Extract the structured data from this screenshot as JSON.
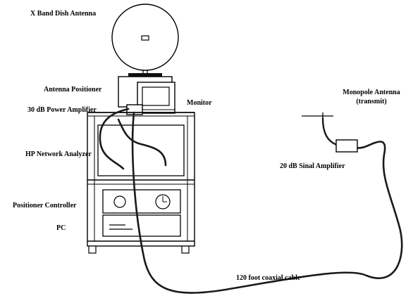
{
  "labels": {
    "dish_antenna": "X Band Dish Antenna",
    "antenna_positioner": "Antenna Positioner",
    "monitor": "Monitor",
    "power_amplifier": "30 dB Power Amplifier",
    "network_analyzer": "HP Network Analyzer",
    "positioner_controller": "Positioner Controller",
    "pc": "PC",
    "monopole_antenna": "Monopole Antenna",
    "monopole_transmit": "(transmit)",
    "signal_amplifier": "20 dB Sinal Amplifier",
    "coax_cable": "120 foot coaxial cable"
  },
  "colors": {
    "ink": "#000000",
    "paper": "#ffffff",
    "cable": "#1a1a1a"
  }
}
